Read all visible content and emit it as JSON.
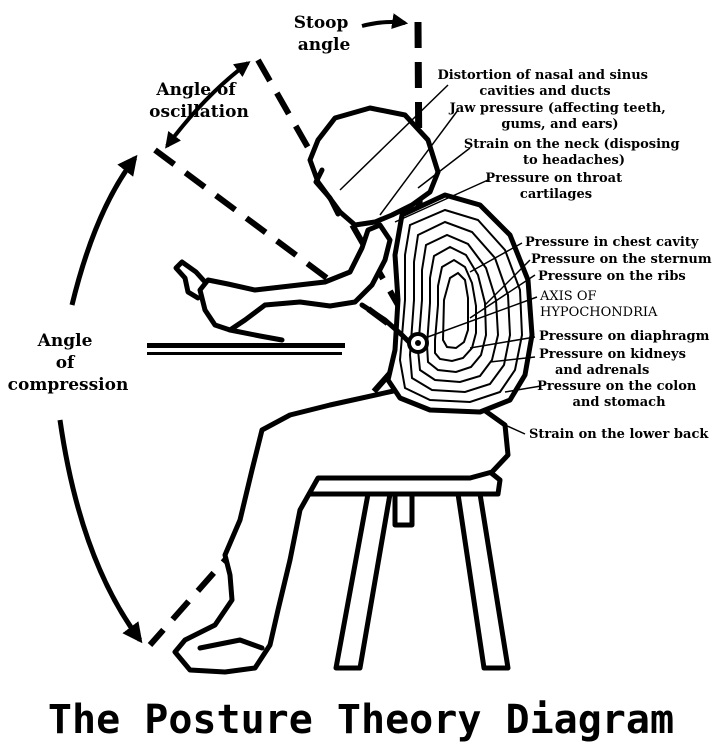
{
  "title": "The Posture Theory Diagram",
  "angles": {
    "stoop": [
      "Stoop",
      "angle"
    ],
    "oscillation": [
      "Angle of",
      "oscillation"
    ],
    "compression": [
      "Angle",
      "of",
      "compression"
    ]
  },
  "labels": {
    "nasal": [
      "Distortion of nasal and sinus",
      "cavities and ducts"
    ],
    "jaw": [
      "Jaw pressure (affecting teeth,",
      "gums, and ears)"
    ],
    "neck": [
      "Strain on the neck (disposing",
      "to headaches)"
    ],
    "throat": [
      "Pressure on throat",
      "cartilages"
    ],
    "chest": [
      "Pressure in chest cavity"
    ],
    "sternum": [
      "Pressure on the sternum"
    ],
    "ribs": [
      "Pressure on the ribs"
    ],
    "axis": [
      "AXIS OF",
      "HYPOCHONDRIA"
    ],
    "diaphragm": [
      "Pressure on diaphragm"
    ],
    "kidneys": [
      "Pressure on kidneys",
      "and adrenals"
    ],
    "colon": [
      "Pressure on the colon",
      "and stomach"
    ],
    "lowerback": [
      "Strain on the lower back"
    ]
  }
}
